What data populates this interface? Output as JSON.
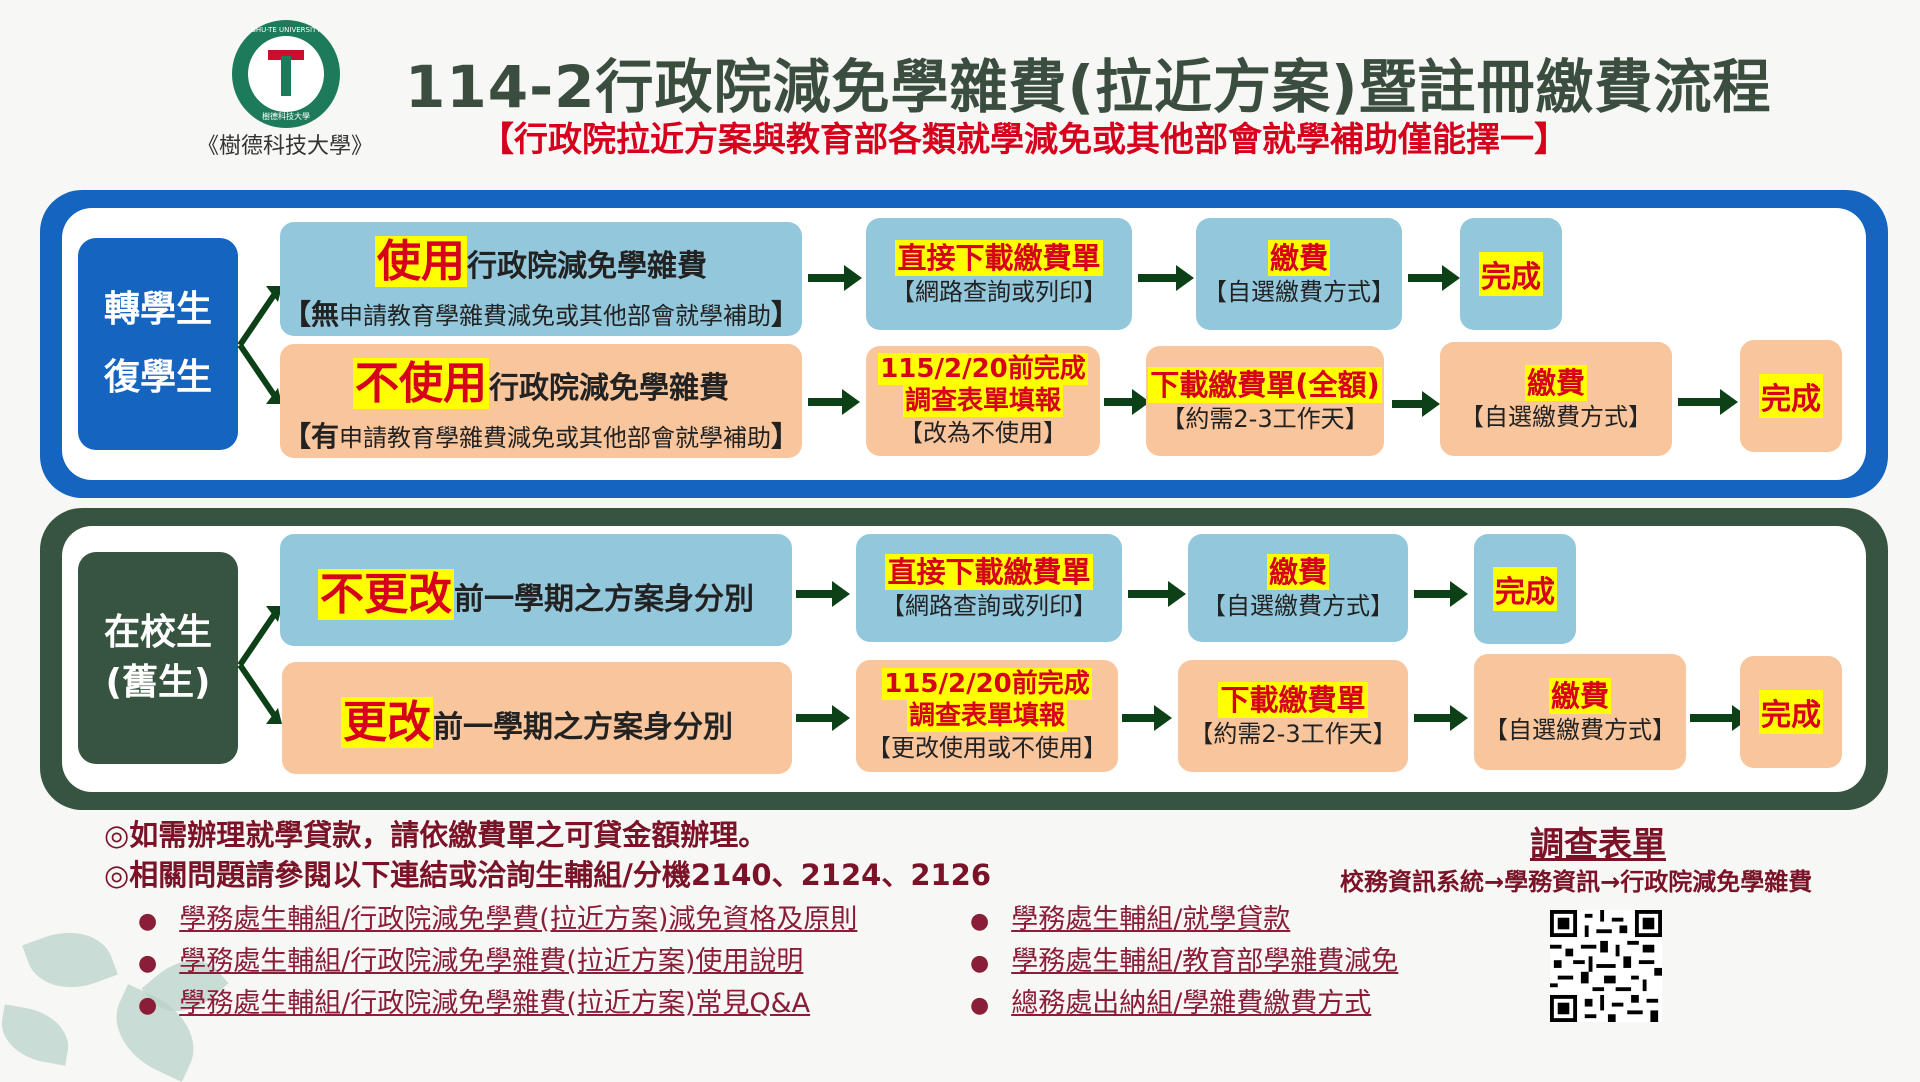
{
  "header": {
    "title": "114-2行政院減免學雜費(拉近方案)暨註冊繳費流程",
    "subtitle": "【行政院拉近方案與教育部各類就學減免或其他部會就學補助僅能擇一】",
    "logo_name": "《樹德科技大學》",
    "logo_ring": "SHU-TE UNIVERSITY",
    "logo_cn": "樹德科技大學"
  },
  "transfer": {
    "category_line1": "轉學生",
    "category_line2": "復學生",
    "use_row": {
      "hl": "使用",
      "rest": "行政院減免學雜費",
      "note_pre": "【",
      "note_bold": "無",
      "note_rest": "申請教育學雜費減免或其他部會就學補助",
      "note_post": "】",
      "step1_main": "直接下載繳費單",
      "step1_sub": "【網路查詢或列印】",
      "step2_main": "繳費",
      "step2_sub": "【自選繳費方式】",
      "done": "完成"
    },
    "nouse_row": {
      "hl": "不使用",
      "rest": "行政院減免學雜費",
      "note_pre": "【",
      "note_bold": "有",
      "note_rest": "申請教育學雜費減免或其他部會就學補助",
      "note_post": "】",
      "step1_l1": "115/2/20前完成",
      "step1_l2": "調查表單填報",
      "step1_sub": "【改為不使用】",
      "step2_main": "下載繳費單(全額)",
      "step2_sub": "【約需2-3工作天】",
      "step3_main": "繳費",
      "step3_sub": "【自選繳費方式】",
      "done": "完成"
    }
  },
  "current": {
    "category_line1": "在校生",
    "category_line2": "(舊生)",
    "keep_row": {
      "hl": "不更改",
      "rest": "前一學期之方案身分別",
      "step1_main": "直接下載繳費單",
      "step1_sub": "【網路查詢或列印】",
      "step2_main": "繳費",
      "step2_sub": "【自選繳費方式】",
      "done": "完成"
    },
    "change_row": {
      "hl": "更改",
      "rest": "前一學期之方案身分別",
      "step1_l1": "115/2/20前完成",
      "step1_l2": "調查表單填報",
      "step1_sub": "【更改使用或不使用】",
      "step2_main": "下載繳費單",
      "step2_sub": "【約需2-3工作天】",
      "step3_main": "繳費",
      "step3_sub": "【自選繳費方式】",
      "done": "完成"
    }
  },
  "notes": {
    "line1": "◎如需辦理就學貸款，請依繳費單之可貸金額辦理。",
    "line2": "◎相關問題請參閱以下連結或洽詢生輔組/分機2140、2124、2126"
  },
  "links_left": [
    "學務處生輔組/行政院減免學費(拉近方案)減免資格及原則",
    "學務處生輔組/行政院減免學雜費(拉近方案)使用說明",
    "學務處生輔組/行政院減免學雜費(拉近方案)常見Q&A"
  ],
  "links_right": [
    "學務處生輔組/就學貸款",
    "學務處生輔組/教育部學雜費減免",
    "總務處出納組/學雜費繳費方式"
  ],
  "survey": {
    "title": "調查表單",
    "path": "校務資訊系統→學務資訊→行政院減免學雜費"
  },
  "colors": {
    "blue_panel": "#1565c0",
    "green_panel": "#36543f",
    "light_blue_box": "#93c8dc",
    "orange_box": "#f8c59c",
    "highlight": "#ffff00",
    "red_text": "#d6001c"
  }
}
